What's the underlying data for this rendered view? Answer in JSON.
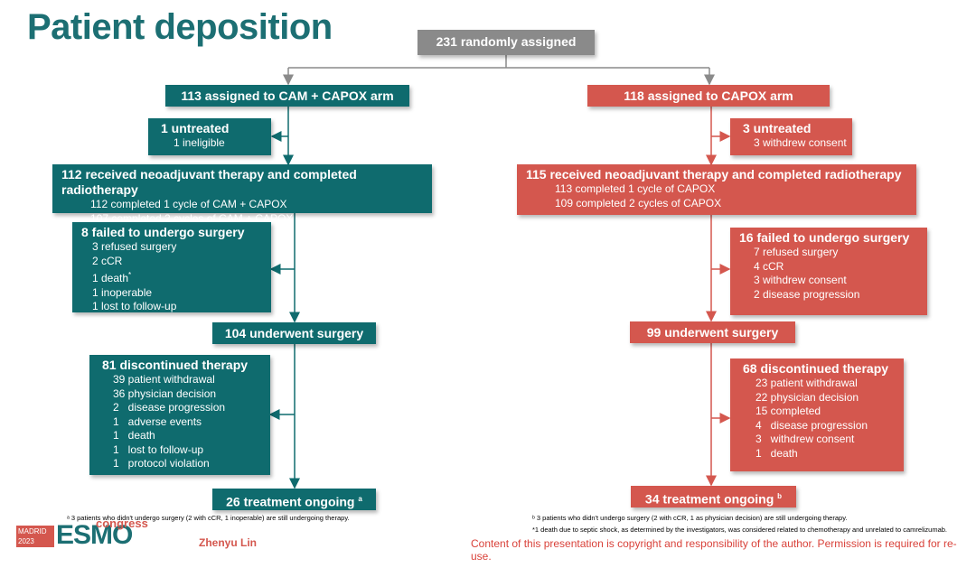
{
  "title": "Patient deposition",
  "top": {
    "label": "231 randomly assigned"
  },
  "left": {
    "arm": "113 assigned to CAM + CAPOX arm",
    "untreated": {
      "head": "1 untreated",
      "lines": [
        "1 ineligible"
      ]
    },
    "neo": {
      "head": "112 received neoadjuvant therapy and completed radiotherapy",
      "lines": [
        "112 completed 1 cycle of CAM + CAPOX",
        "107 completed 2 cycles of CAM + CAPOX"
      ]
    },
    "failed": {
      "head": "8 failed to undergo surgery",
      "lines": [
        "3 refused surgery",
        "2 cCR",
        "1 death",
        "1 inoperable",
        "1 lost to follow-up"
      ],
      "death_mark": "*"
    },
    "surgery": "104 underwent surgery",
    "disc": {
      "head": "81 discontinued therapy",
      "lines": [
        "39 patient withdrawal",
        "36 physician decision",
        "2   disease progression",
        "1   adverse events",
        "1   death",
        "1   lost to follow-up",
        "1   protocol violation"
      ]
    },
    "ongoing": "26 treatment ongoing",
    "ongoing_mark": "a"
  },
  "right": {
    "arm": "118 assigned to CAPOX arm",
    "untreated": {
      "head": "3 untreated",
      "lines": [
        "3 withdrew consent"
      ]
    },
    "neo": {
      "head": "115 received neoadjuvant therapy and completed radiotherapy",
      "lines": [
        "113 completed 1 cycle of CAPOX",
        "109 completed 2 cycles of CAPOX"
      ]
    },
    "failed": {
      "head": "16 failed to undergo surgery",
      "lines": [
        "7 refused surgery",
        "4 cCR",
        "3 withdrew consent",
        "2 disease progression"
      ]
    },
    "surgery": "99 underwent surgery",
    "disc": {
      "head": "68 discontinued therapy",
      "lines": [
        "23 patient withdrawal",
        "22 physician decision",
        "15 completed",
        "4   disease progression",
        "3   withdrew consent",
        "1   death"
      ]
    },
    "ongoing": "34 treatment ongoing",
    "ongoing_mark": "b"
  },
  "footnotes": {
    "a": "ᵃ 3 patients who didn't undergo surgery (2 with cCR, 1 inoperable) are still undergoing therapy.",
    "b": "ᵇ 3 patients who didn't undergo surgery (2 with cCR, 1 as physician decision) are still undergoing therapy.",
    "star": "*1 death due to septic shock, as determined by the investigators, was considered related to chemotherapy and unrelated to camrelizumab."
  },
  "logo": {
    "city": "MADRID",
    "year": "2023",
    "brand": "ESMO",
    "word": "congress"
  },
  "author": "Zhenyu Lin",
  "copyright": "Content of this presentation is copyright and responsibility of the author. Permission is required for re-use.",
  "colors": {
    "teal": "#0f6b6e",
    "red": "#d4574e",
    "grey": "#8a8a8a",
    "title": "#1c6f73"
  }
}
